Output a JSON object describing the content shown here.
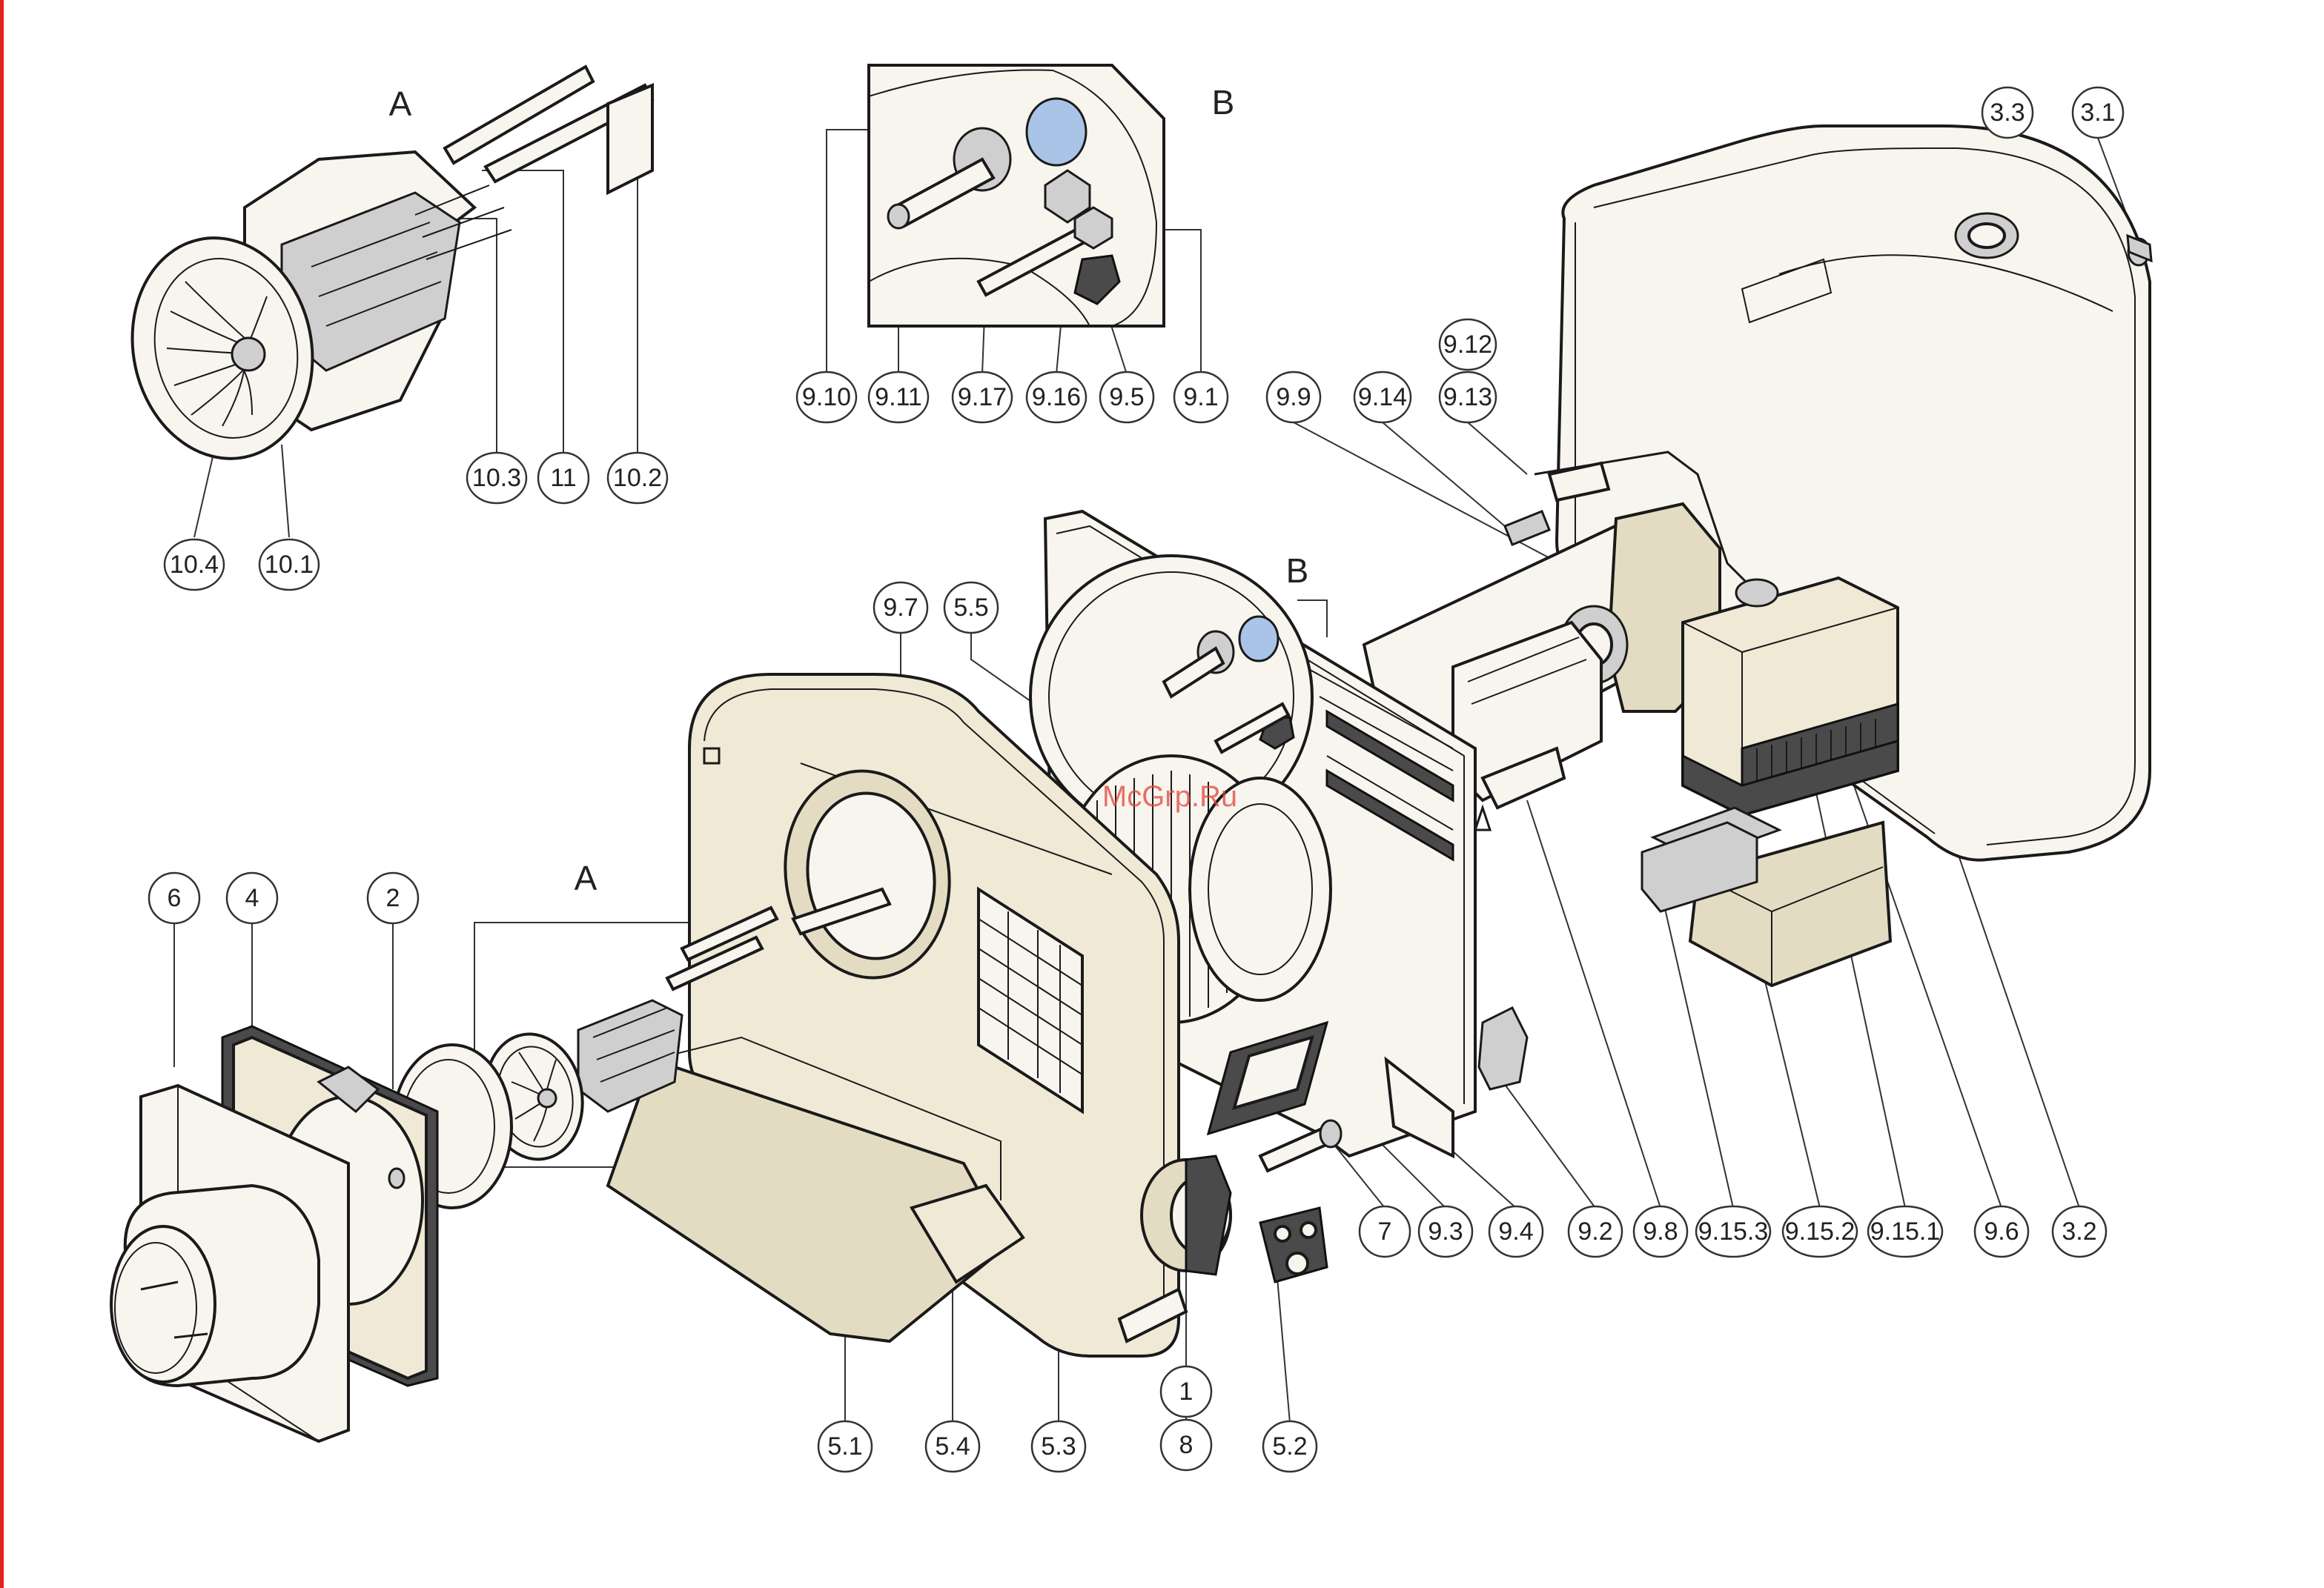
{
  "view_labels": {
    "a_top": "A",
    "b_top": "B",
    "b_mid": "B",
    "a_mid": "A"
  },
  "watermark": "McGrp.Ru",
  "callouts": {
    "c3_3": "3.3",
    "c3_1": "3.1",
    "c9_12": "9.12",
    "c9_13": "9.13",
    "c9_9": "9.9",
    "c9_14": "9.14",
    "c9_10": "9.10",
    "c9_11": "9.11",
    "c9_17": "9.17",
    "c9_16": "9.16",
    "c9_5": "9.5",
    "c9_1": "9.1",
    "c10_3": "10.3",
    "c11": "11",
    "c10_2": "10.2",
    "c10_4": "10.4",
    "c10_1": "10.1",
    "c9_7": "9.7",
    "c5_5": "5.5",
    "c6": "6",
    "c4": "4",
    "c2": "2",
    "c7": "7",
    "c9_3": "9.3",
    "c9_4": "9.4",
    "c9_2": "9.2",
    "c9_8": "9.8",
    "c9_15_3": "9.15.3",
    "c9_15_2": "9.15.2",
    "c9_15_1": "9.15.1",
    "c9_6": "9.6",
    "c3_2": "3.2",
    "c1": "1",
    "c8": "8",
    "c5_1": "5.1",
    "c5_4": "5.4",
    "c5_3": "5.3",
    "c5_2": "5.2"
  }
}
